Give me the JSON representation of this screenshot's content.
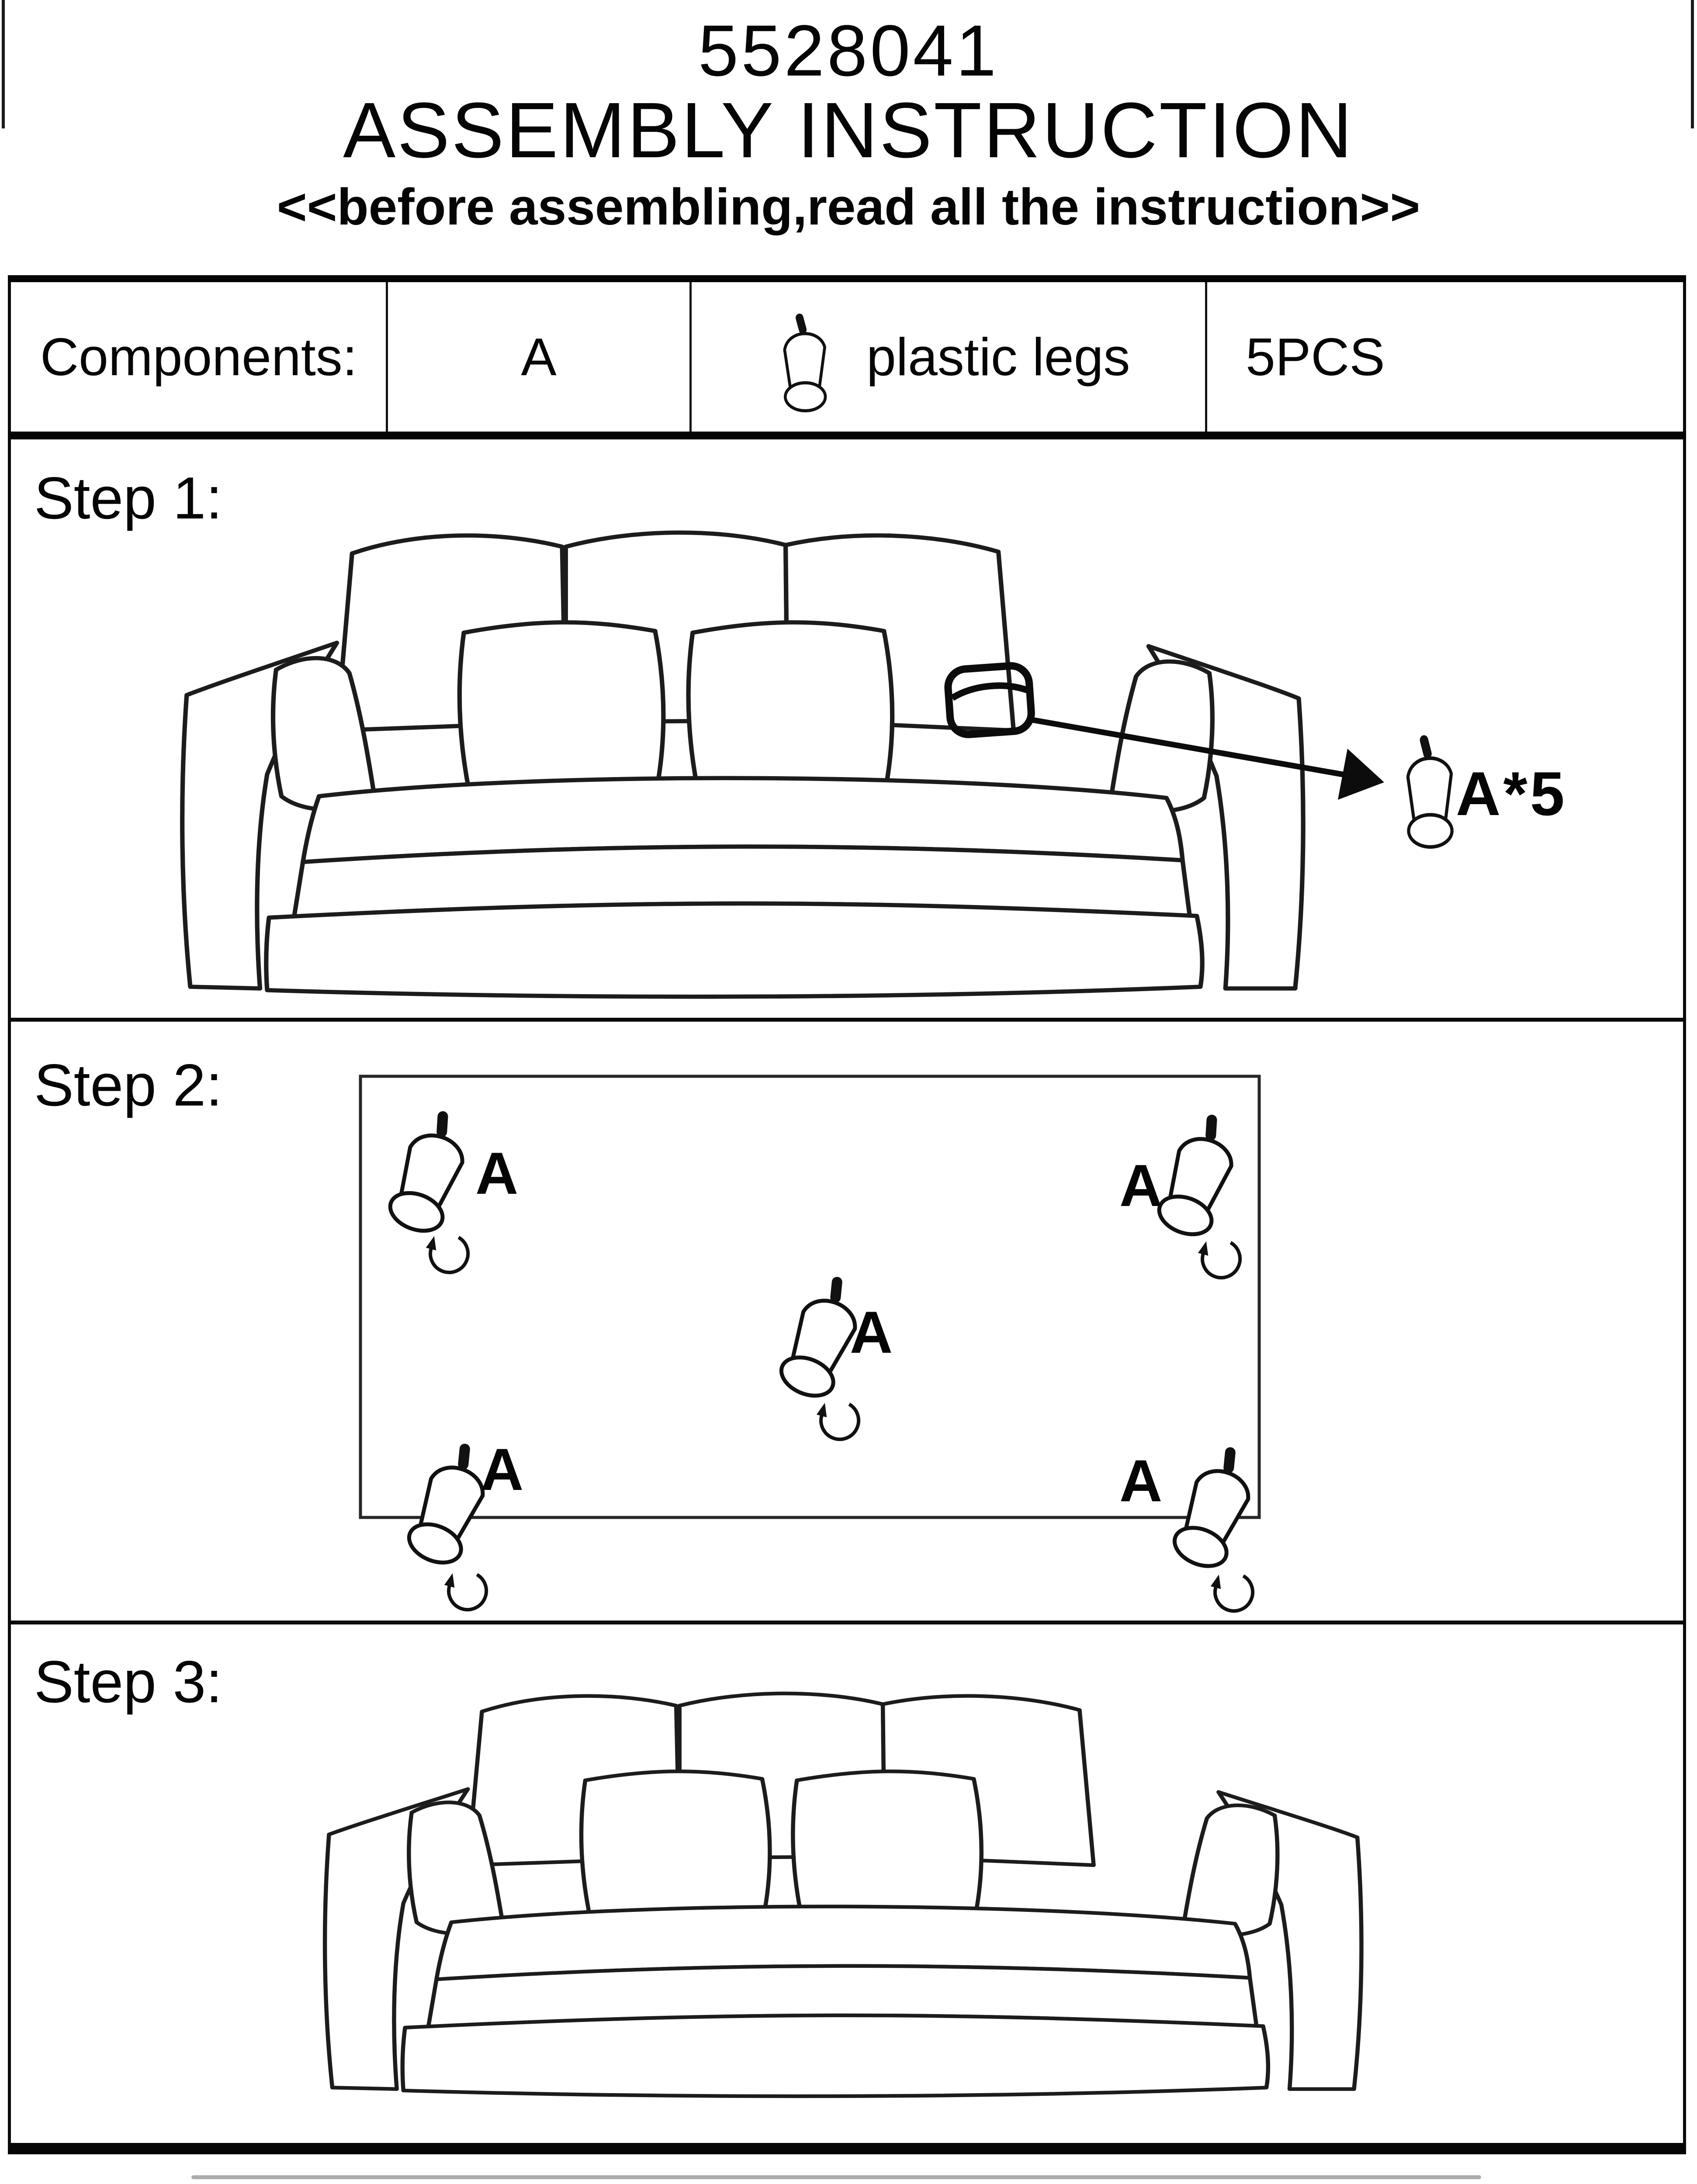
{
  "header": {
    "product_code": "5528041",
    "title": "ASSEMBLY INSTRUCTION",
    "subtitle": "<<before assembling,read all the instruction>>"
  },
  "components_table": {
    "row_label": "Components:",
    "part_id": "A",
    "part_icon": "plastic-leg-icon",
    "part_name": "plastic legs",
    "quantity": "5PCS"
  },
  "steps": [
    {
      "label": "Step 1:",
      "parts_callout": "A*5",
      "icons": [
        "sofa-line-art",
        "leg-position-marker",
        "arrow-icon",
        "plastic-leg-icon"
      ]
    },
    {
      "label": "Step 2:",
      "leg_labels": [
        "A",
        "A",
        "A",
        "A",
        "A"
      ],
      "icons": [
        "sofa-base-outline",
        "plastic-leg-icon",
        "rotate-arrow-icon"
      ]
    },
    {
      "label": "Step 3:",
      "icons": [
        "sofa-line-art"
      ]
    }
  ]
}
